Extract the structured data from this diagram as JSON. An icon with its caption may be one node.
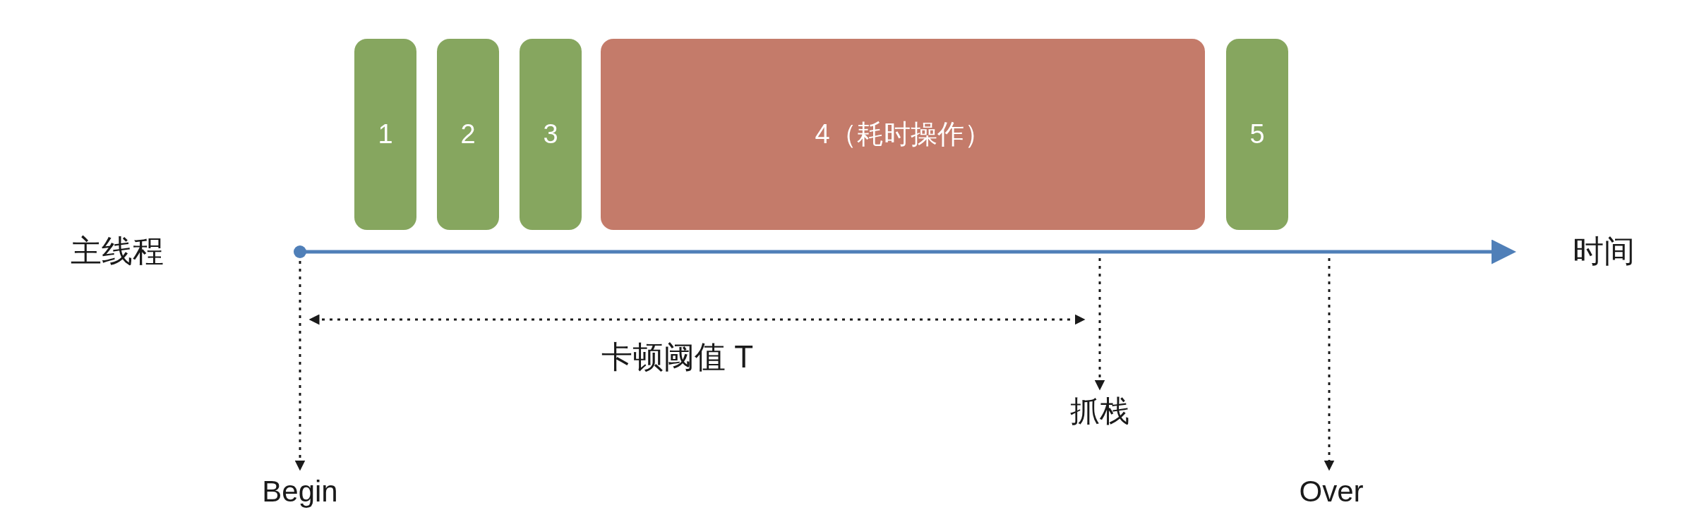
{
  "diagram": {
    "nodes": [
      {
        "text": [
          "1"
        ]
      },
      {
        "text": [
          "2"
        ]
      },
      {
        "text": [
          "3"
        ]
      },
      {
        "text": [
          "4（耗时操作）"
        ]
      },
      {
        "text": [
          "5"
        ]
      },
      {
        "text": [
          "Begin"
        ]
      },
      {
        "text": [
          "抓栈"
        ]
      },
      {
        "text": [
          "Over"
        ]
      }
    ],
    "edges": [
      {
        "from": null,
        "to": 5,
        "arrow": "to",
        "style": "dashed"
      },
      {
        "from": null,
        "to": 6,
        "arrow": "to",
        "style": "dashed"
      },
      {
        "from": null,
        "to": 7,
        "arrow": "to",
        "style": "dashed"
      }
    ],
    "labels": [
      "主线程",
      "时间",
      "卡顿阈值 T"
    ]
  }
}
